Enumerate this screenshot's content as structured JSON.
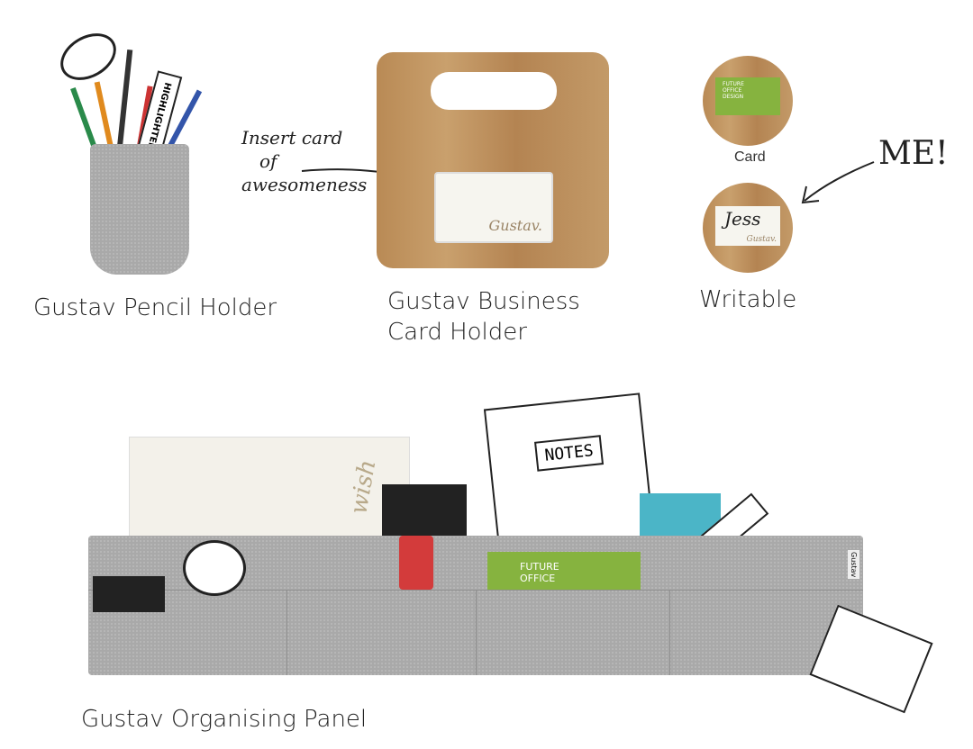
{
  "products": {
    "pencil_holder": {
      "caption": "Gustav Pencil Holder",
      "pencil_label": "HIGHLIGHTER"
    },
    "card_holder": {
      "caption_line1": "Gustav Business",
      "caption_line2": "Card Holder",
      "card_brand": "Gustav.",
      "annotation_line1": "Insert card",
      "annotation_line2": "of",
      "annotation_line3": "awesomeness"
    },
    "writable": {
      "card_caption": "Card",
      "card_text_line1": "FUTURE",
      "card_text_line2": "OFFICE",
      "card_text_line3": "DESIGN",
      "caption": "Writable",
      "name_written": "Jess",
      "brand": "Gustav.",
      "annotation": "ME!"
    },
    "organising_panel": {
      "caption": "Gustav Organising Panel",
      "notebook_label": "NOTES",
      "card_text": "FUTURE OFFICE",
      "book_text": "wish",
      "tag": "Gustav"
    }
  },
  "colors": {
    "felt": "#a9a9a9",
    "wood": "#c09466",
    "green_card": "#86b33f",
    "teal": "#4bb5c7",
    "red": "#d33b3b"
  }
}
